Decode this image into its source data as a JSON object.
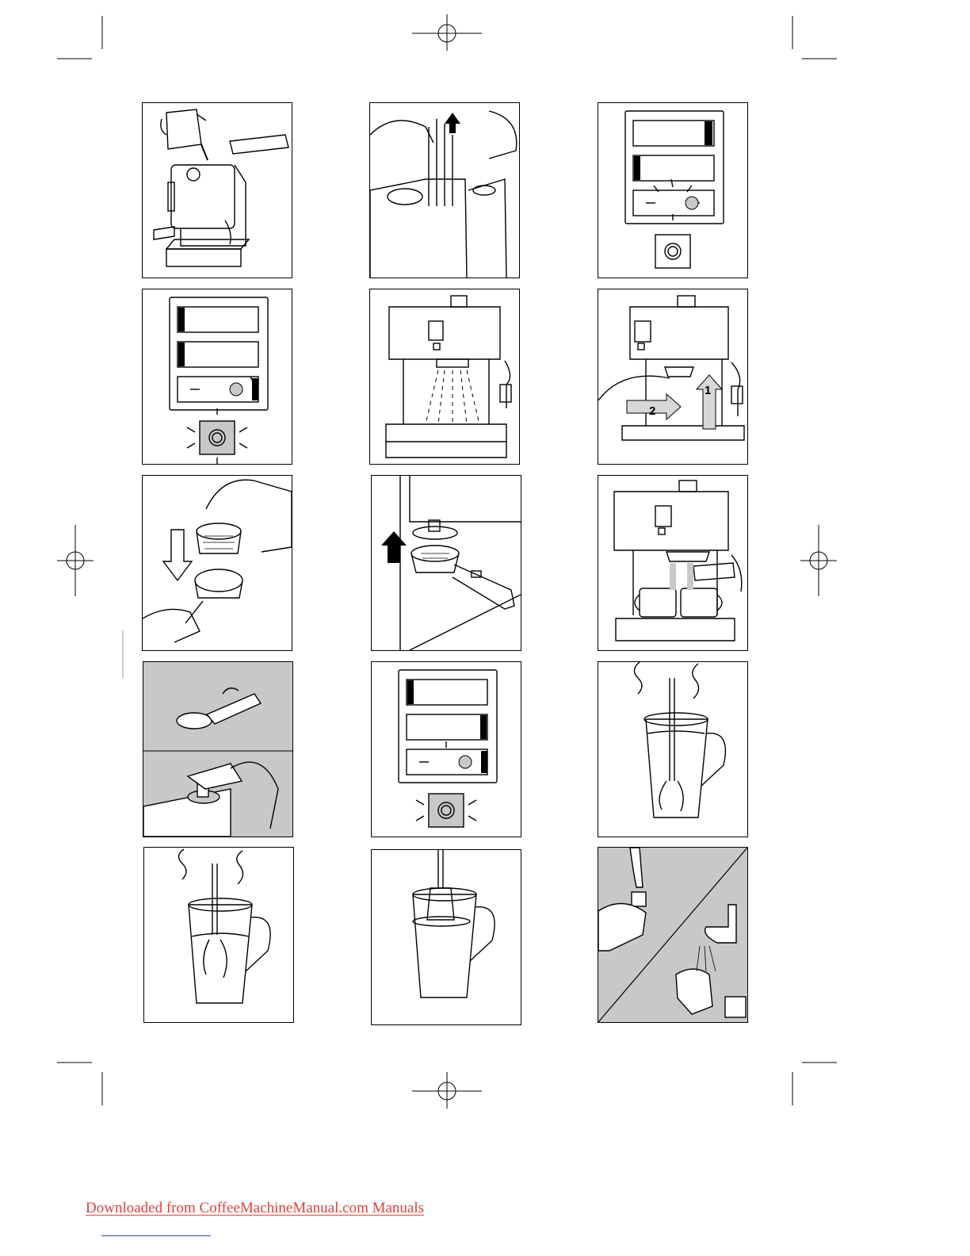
{
  "figure": {
    "rows": [
      [
        "fill-water-tank",
        "lift-tubes",
        "control-panel-bottom-light"
      ],
      [
        "control-panel-bottom-light-button",
        "rinse-water-flow",
        "insert-filter-holder-steps"
      ],
      [
        "insert-filter-into-holder",
        "lock-holder-upward",
        "brew-two-cups"
      ],
      [
        "tamp-and-knock-out",
        "control-panel-steam-light",
        "steam-jug-full"
      ],
      [
        "steam-jug-half",
        "frothed-milk-jug",
        "clean-steam-wand"
      ]
    ],
    "step_labels": {
      "first": "1",
      "second": "2"
    },
    "colors": {
      "line": "#000000",
      "shade": "#c8c8c8",
      "arrow_fill": "#d8d8d8"
    }
  },
  "footer": {
    "link_text": "Downloaded from CoffeeMachineManual.com Manuals",
    "link_color": "#e0403a"
  }
}
